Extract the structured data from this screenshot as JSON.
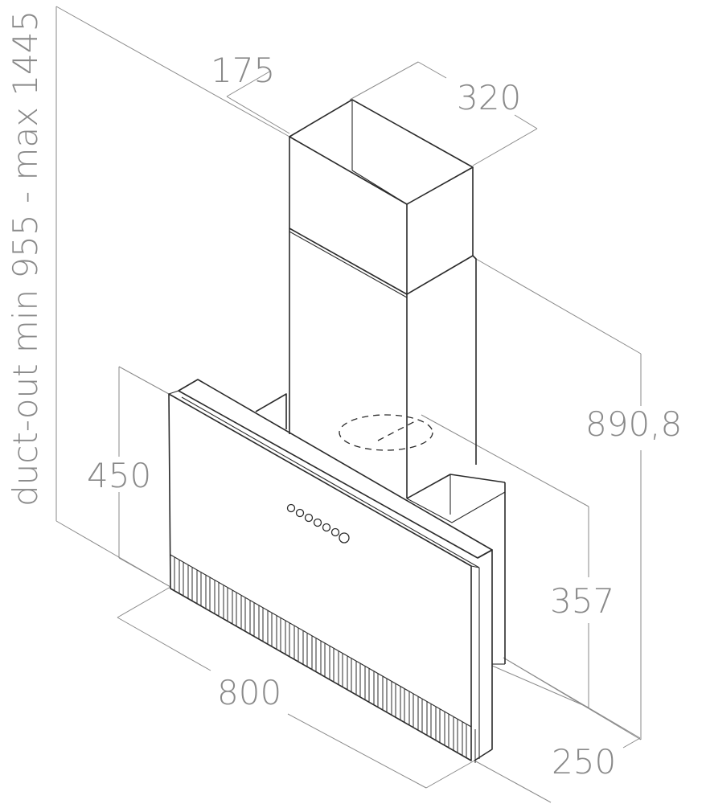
{
  "dimensions": {
    "duct_top_depth": "175",
    "duct_top_width": "320",
    "total_height": "890,8",
    "glass_height": "450",
    "body_height": "357",
    "width": "800",
    "depth": "250",
    "duct_range": "duct-out min 955 - max 1445"
  },
  "control_panel": {
    "button_count": 7
  }
}
